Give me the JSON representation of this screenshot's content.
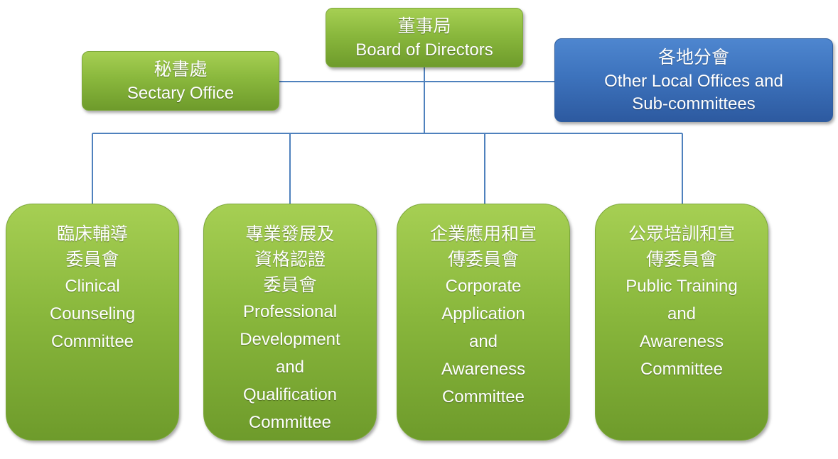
{
  "board": {
    "zh": "董事局",
    "en": "Board of Directors"
  },
  "secretary": {
    "zh": "秘書處",
    "en": "Sectary Office"
  },
  "local_offices": {
    "zh": "各地分會",
    "en": "Other Local Offices and\nSub-committees"
  },
  "committees": [
    {
      "zh": "臨床輔導\n委員會",
      "en": "Clinical\nCounseling\nCommittee"
    },
    {
      "zh": "專業發展及\n資格認證\n委員會",
      "en": "Professional\nDevelopment\nand\nQualification\nCommittee"
    },
    {
      "zh": "企業應用和宣\n傳委員會",
      "en": "Corporate\nApplication\nand\nAwareness\nCommittee"
    },
    {
      "zh": "公眾培訓和宣\n傳委員會",
      "en": "Public Training\nand\nAwareness\nCommittee"
    }
  ],
  "colors": {
    "green": "#8ab83d",
    "blue": "#3d73bd",
    "connector": "#4f81bd"
  }
}
